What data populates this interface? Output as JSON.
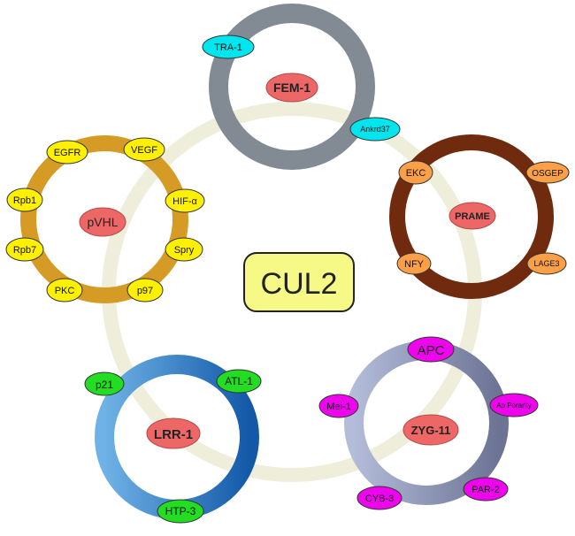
{
  "center": {
    "label": "CUL2"
  },
  "complexes": [
    {
      "id": "fem1",
      "label": "FEM-1",
      "partners": [
        "TRA-1",
        "Ankrd37"
      ]
    },
    {
      "id": "prame",
      "label": "PRAME",
      "partners": [
        "EKC",
        "OSGEP",
        "NFY",
        "LAGE3"
      ]
    },
    {
      "id": "zyg11",
      "label": "ZYG-11",
      "partners": [
        "APC",
        "Mei-1",
        "Ap Porarity",
        "CYB-3",
        "PAR-2"
      ]
    },
    {
      "id": "lrr1",
      "label": "LRR-1",
      "partners": [
        "p21",
        "ATL-1",
        "HTP-3"
      ]
    },
    {
      "id": "pvhl",
      "label": "pVHL",
      "partners": [
        "EGFR",
        "VEGF",
        "Rpb1",
        "HIF-α",
        "Rpb7",
        "Spry",
        "PKC",
        "p97"
      ]
    }
  ]
}
